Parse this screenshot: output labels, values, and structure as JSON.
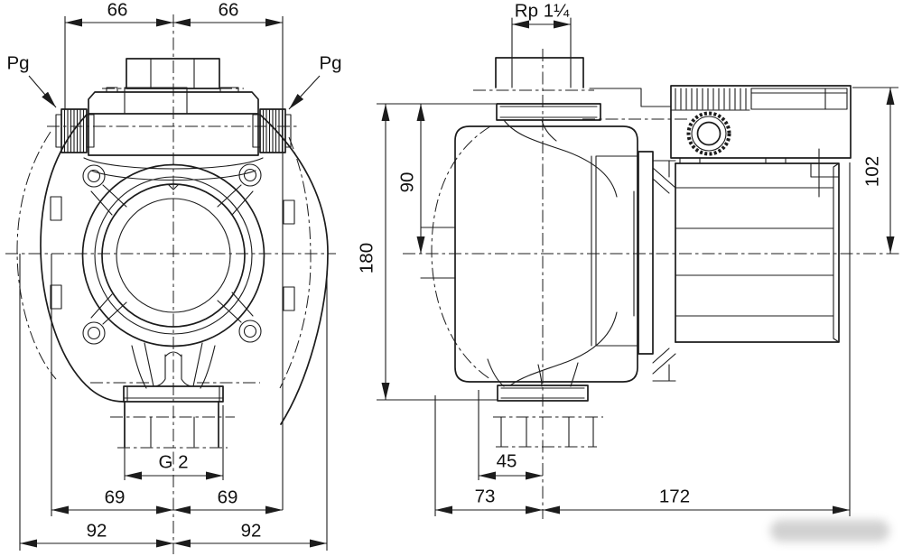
{
  "drawing": {
    "title_hint": "pump dimensional drawing",
    "colors": {
      "line": "#1c1c1c",
      "background": "#ffffff"
    },
    "front_view": {
      "dim_width_left": "66",
      "dim_width_right": "66",
      "gland_label_left": "Pg",
      "gland_label_right": "Pg",
      "thread_label": "G 2",
      "dim_port_left": "69",
      "dim_port_right": "69",
      "dim_body_left": "92",
      "dim_body_right": "92"
    },
    "side_view": {
      "thread_label": "Rp 1¼",
      "dim_top_to_center": "90",
      "dim_port_to_port": "180",
      "dim_box_to_center": "102",
      "dim_flange_to_center": "45",
      "dim_front_to_center": "73",
      "dim_center_to_back": "172"
    }
  }
}
